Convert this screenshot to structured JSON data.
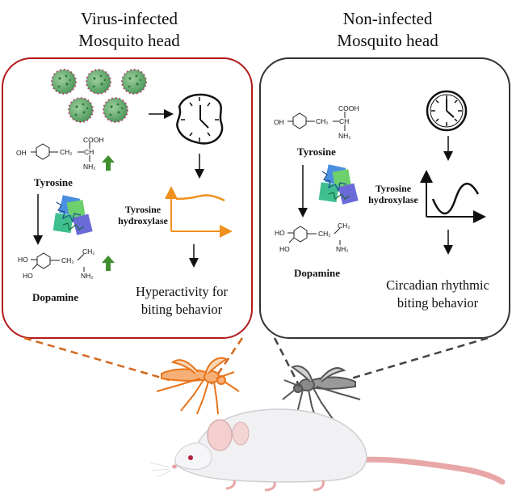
{
  "left_panel": {
    "title_line1": "Virus-infected",
    "title_line2": "Mosquito head",
    "tyrosine_label": "Tyrosine",
    "enzyme_line1": "Tyrosine",
    "enzyme_line2": "hydroxylase",
    "dopamine_label": "Dopamine",
    "outcome_line1": "Hyperactivity for",
    "outcome_line2": "biting behavior",
    "border_color": "#b3191b",
    "accent_color": "#f0901f"
  },
  "right_panel": {
    "title_line1": "Non-infected",
    "title_line2": "Mosquito head",
    "tyrosine_label": "Tyrosine",
    "enzyme_line1": "Tyrosine",
    "enzyme_line2": "hydroxylase",
    "dopamine_label": "Dopamine",
    "outcome_line1": "Circadian rhythmic",
    "outcome_line2": "biting behavior",
    "border_color": "#333333"
  },
  "chem": {
    "oh": "OH",
    "ho": "HO",
    "cooh": "COOH",
    "ch2": "CH₂",
    "ch": "CH",
    "nh2": "NH₂"
  },
  "icons": {
    "virus": "virus-particle-icon",
    "clock": "clock-icon",
    "enzyme": "protein-structure-icon",
    "up": "up-arrow-icon",
    "mosquito": "mosquito-icon",
    "mouse": "mouse-icon"
  }
}
